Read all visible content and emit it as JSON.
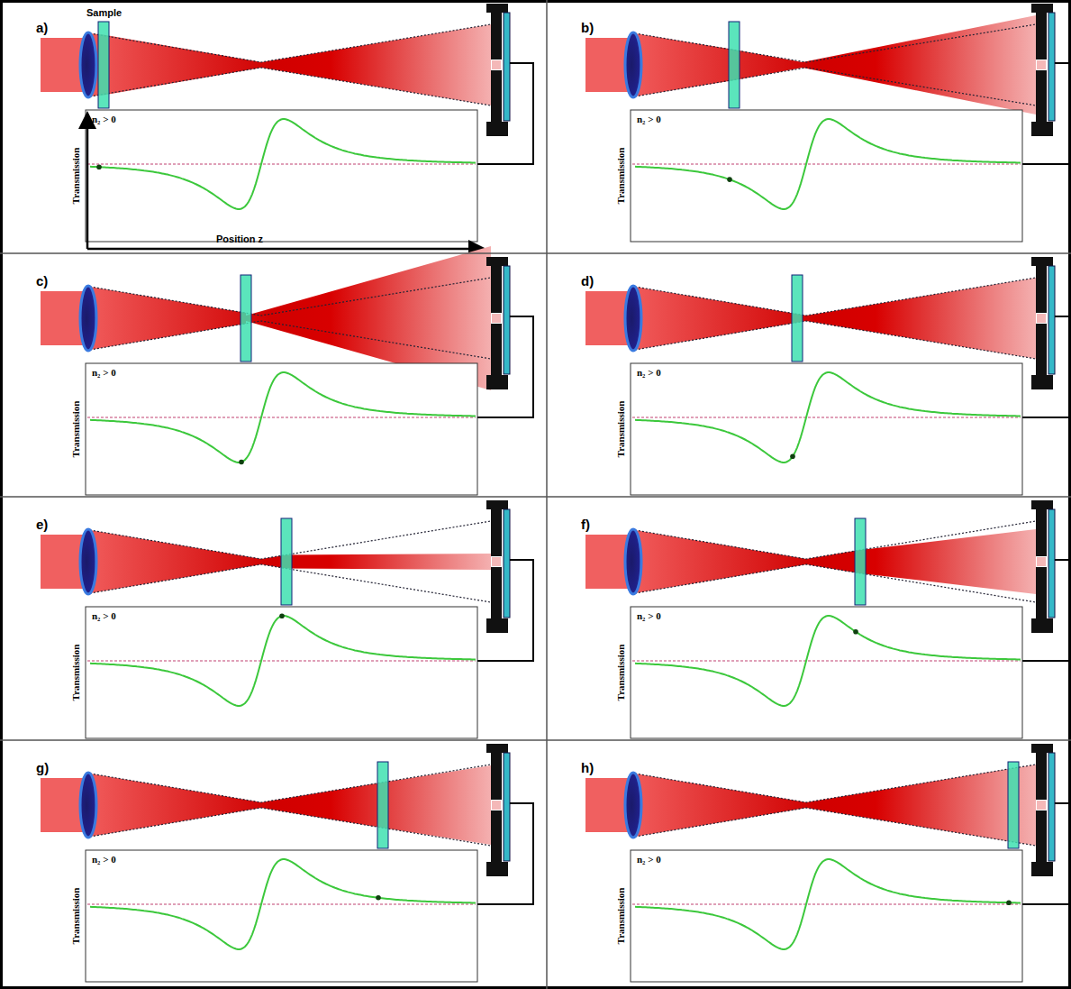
{
  "diagram": {
    "labels": [
      "a)",
      "Sample",
      "n₂ > 0",
      "Transmission",
      "Position z",
      "b)",
      "n₂ > 0",
      "Transmission",
      "c)",
      "n₂ > 0",
      "Transmission",
      "d)",
      "n₂ > 0",
      "Transmission",
      "e)",
      "n₂ > 0",
      "Transmission",
      "f)",
      "n₂ > 0",
      "Transmission",
      "g)",
      "n₂ > 0",
      "Transmission",
      "h)",
      "n₂ > 0",
      "Transmission"
    ]
  }
}
